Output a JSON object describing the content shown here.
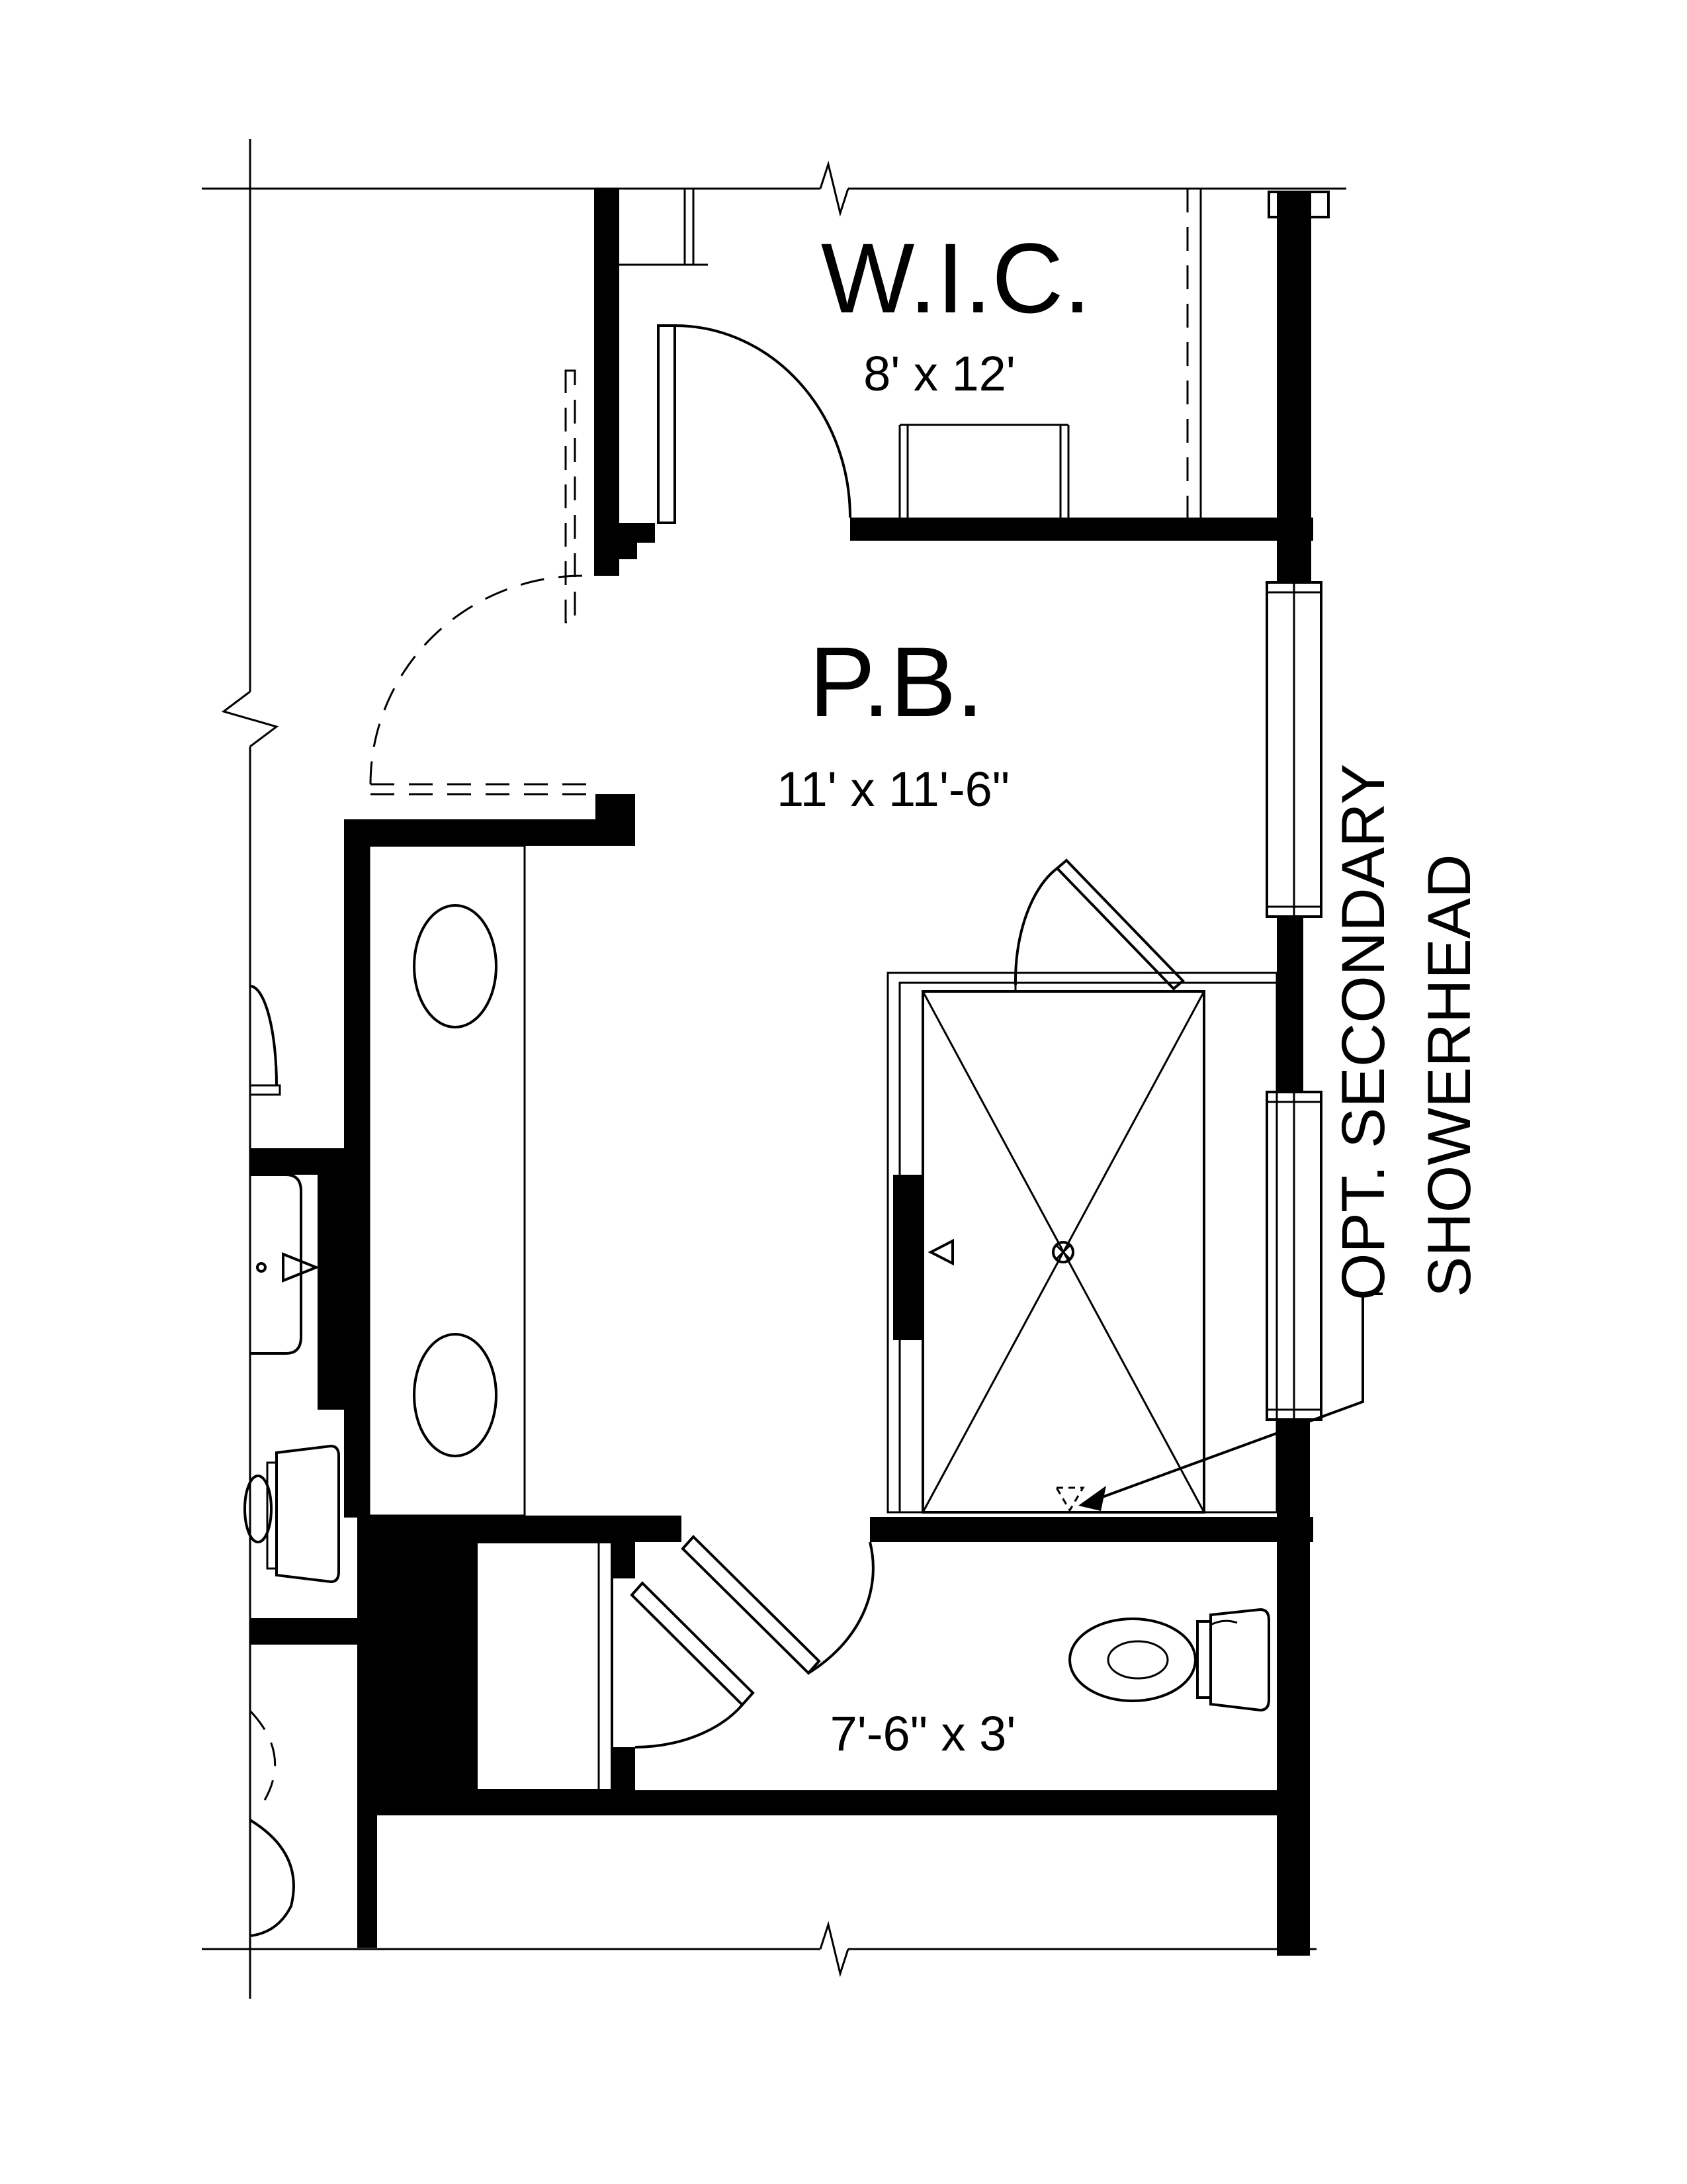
{
  "rooms": {
    "wic": {
      "name": "W.I.C.",
      "size": "8' x 12'"
    },
    "primary_bath": {
      "name": "P.B.",
      "size": "11' x 11'-6\""
    },
    "water_closet": {
      "size": "7'-6\" x 3'"
    }
  },
  "annotations": {
    "showerhead_line1": "OPT. SECONDARY",
    "showerhead_line2": "SHOWERHEAD"
  }
}
